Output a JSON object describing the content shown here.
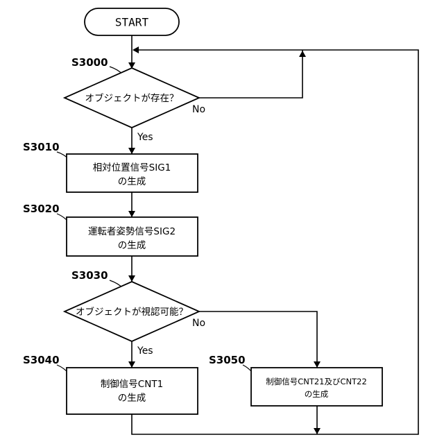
{
  "flowchart": {
    "start": "START",
    "s3000": {
      "step": "S3000",
      "text": "オブジェクトが存在？",
      "no": "No",
      "yes": "Yes"
    },
    "s3010": {
      "step": "S3010",
      "line1": "相対位置信号SIG1",
      "line2": "の生成"
    },
    "s3020": {
      "step": "S3020",
      "line1": "運転者姿勢信号SIG2",
      "line2": "の生成"
    },
    "s3030": {
      "step": "S3030",
      "text": "オブジェクトが視認可能？",
      "no": "No",
      "yes": "Yes"
    },
    "s3040": {
      "step": "S3040",
      "line1": "制御信号CNT1",
      "line2": "の生成"
    },
    "s3050": {
      "step": "S3050",
      "line1": "制御信号CNT21及びCNT22",
      "line2": "の生成"
    }
  }
}
